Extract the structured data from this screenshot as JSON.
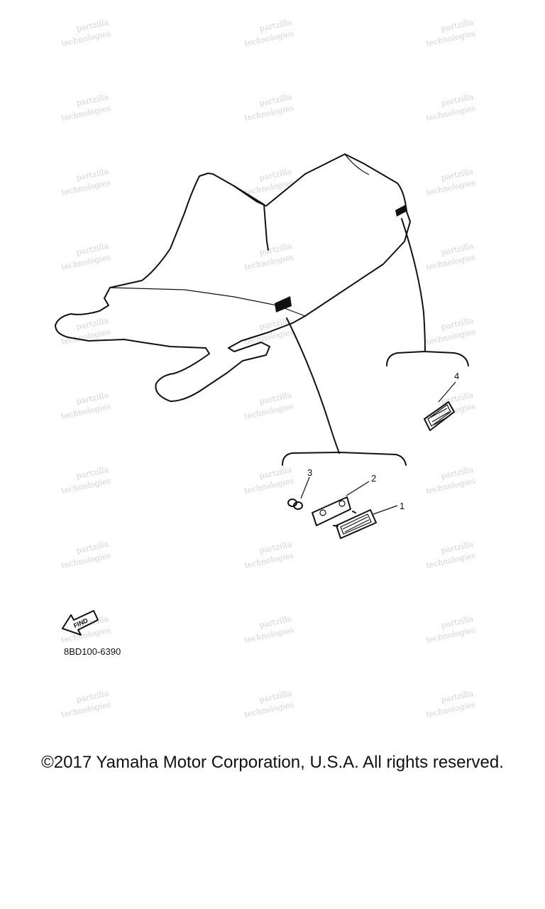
{
  "watermark": {
    "line1": "partzilla",
    "line2": "technologies"
  },
  "callouts": [
    {
      "id": "1",
      "label": "1"
    },
    {
      "id": "2",
      "label": "2"
    },
    {
      "id": "3",
      "label": "3"
    },
    {
      "id": "4",
      "label": "4"
    }
  ],
  "find_icon": {
    "label": "FIND"
  },
  "part_code": "8BD100-6390",
  "copyright": "©2017 Yamaha Motor Corporation, U.S.A. All rights reserved."
}
